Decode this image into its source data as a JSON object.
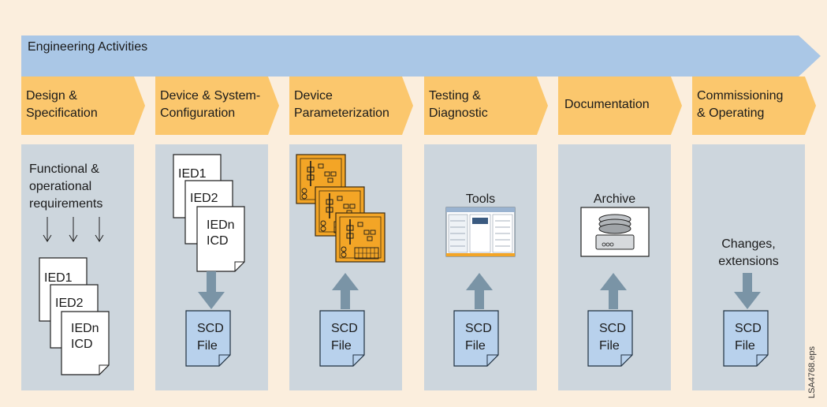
{
  "banner": {
    "label": "Engineering Activities"
  },
  "phases": [
    {
      "line1": "Design &",
      "line2": "Specification"
    },
    {
      "line1": "Device & System-",
      "line2": "Configuration"
    },
    {
      "line1": "Device",
      "line2": "Parameterization"
    },
    {
      "line1": "Testing &",
      "line2": "Diagnostic"
    },
    {
      "line1": "Documentation",
      "line2": ""
    },
    {
      "line1": "Commissioning",
      "line2": "& Operating"
    }
  ],
  "columns": {
    "design": {
      "caption": [
        "Functional &",
        "operational",
        "requirements"
      ],
      "docs": [
        "IED1",
        "IED2",
        "IEDn",
        "ICD"
      ]
    },
    "config": {
      "docs": [
        "IED1",
        "IED2",
        "IEDn",
        "ICD"
      ],
      "file": [
        "SCD",
        "File"
      ]
    },
    "param": {
      "file": [
        "SCD",
        "File"
      ]
    },
    "testing": {
      "caption": "Tools",
      "file": [
        "SCD",
        "File"
      ]
    },
    "documentation": {
      "caption": "Archive",
      "file": [
        "SCD",
        "File"
      ]
    },
    "commissioning": {
      "caption": [
        "Changes,",
        "extensions"
      ],
      "file": [
        "SCD",
        "File"
      ]
    }
  },
  "colors": {
    "background": "#fbeedd",
    "banner": "#aac7e6",
    "phase": "#fbc76d",
    "panel": "#cdd6dd",
    "scd_file": "#b8d1ec",
    "arrow": "#7a94a6",
    "device": "#f3a526"
  },
  "footer": {
    "code": "LSA4768.eps"
  }
}
